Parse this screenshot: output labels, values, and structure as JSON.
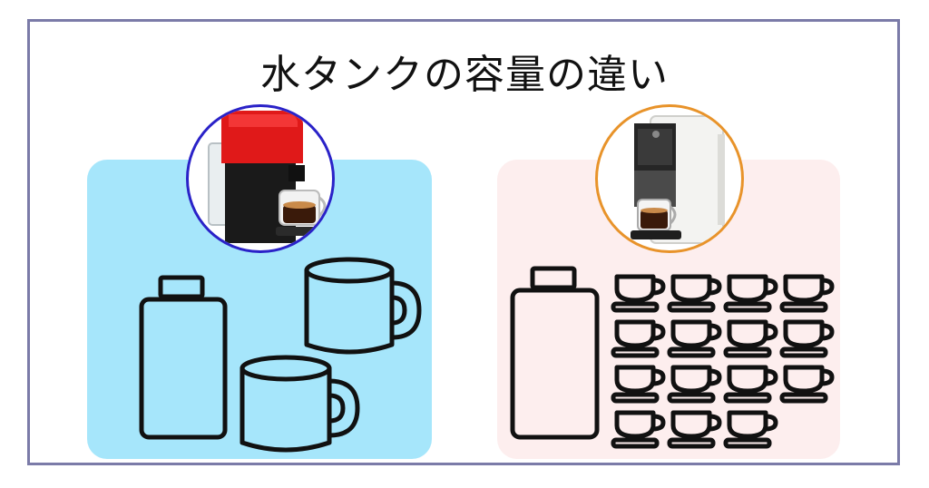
{
  "title": "水タンクの容量の違い",
  "colors": {
    "frame_border": "#7b7ba8",
    "left_panel_bg": "#a6e6fb",
    "right_panel_bg": "#fdeeee",
    "left_badge_border": "#2a22c8",
    "right_badge_border": "#e8932a",
    "outline": "#111111"
  },
  "left": {
    "machine": "red-capsule-coffee-machine",
    "icons": [
      "water-tank-icon",
      "mug-icon",
      "mug-icon"
    ],
    "mug_count": 2
  },
  "right": {
    "machine": "white-compact-capsule-coffee-machine",
    "icons": [
      "water-tank-icon",
      "espresso-cup-icon"
    ],
    "cup_count": 15
  }
}
